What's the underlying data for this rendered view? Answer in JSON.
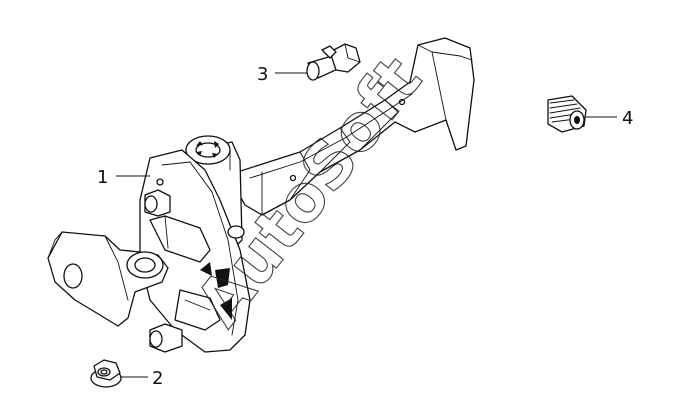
{
  "callouts": {
    "part1": "1",
    "part2": "2",
    "part3": "3",
    "part4": "4"
  },
  "watermark": "AutoSoft",
  "colors": {
    "line": "#111111",
    "background": "#ffffff"
  }
}
